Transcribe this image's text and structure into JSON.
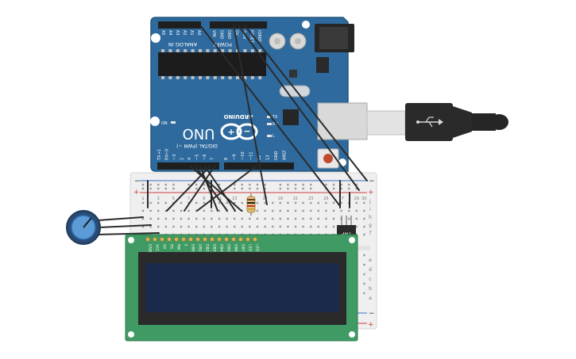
{
  "arduino": {
    "logo_text": "ARDUINO",
    "model": "UNO",
    "header_analog": "ANALOG IN",
    "header_power": "POWER",
    "header_digital": "DIGITAL (PWM ~)",
    "analog_pins": [
      "A5",
      "A4",
      "A3",
      "A2",
      "A1",
      "A0"
    ],
    "power_pins": [
      "VIN",
      "GND",
      "GND",
      "5V",
      "3.3V",
      "RESET",
      "IOREF"
    ],
    "digital_pins_low": [
      "TX→1",
      "RX←0",
      "~3",
      "2",
      "4",
      "~5",
      "~6",
      "7"
    ],
    "digital_pins_high": [
      "8",
      "~9",
      "~10",
      "~11",
      "12",
      "13",
      "GND",
      "AREF"
    ],
    "led_labels": [
      "ON",
      "TX",
      "RX",
      "L"
    ]
  },
  "breadboard": {
    "rail_plus": "+",
    "rail_minus": "−",
    "row_letters": [
      "a",
      "b",
      "c",
      "d",
      "e",
      "f",
      "g",
      "h",
      "i",
      "j"
    ],
    "column_numbers": [
      "1",
      "3",
      "5",
      "7",
      "9",
      "11",
      "13",
      "15",
      "17",
      "19",
      "21",
      "23",
      "25",
      "27",
      "29",
      "30"
    ]
  },
  "temp_sensor": {
    "label": "TMP"
  },
  "lcd": {
    "pin_labels": [
      "GND",
      "VCC",
      "V0",
      "RS",
      "RW",
      "E",
      "DB0",
      "DB1",
      "DB2",
      "DB3",
      "DB4",
      "DB5",
      "DB6",
      "DB7",
      "LED",
      "LED"
    ]
  },
  "colors": {
    "arduino_board": "#2e6a9e",
    "breadboard": "#f0f0f0",
    "lcd_pcb": "#3f9b63",
    "lcd_screen": "#1b2a4a",
    "wire": "#2b2b2b",
    "usb_cable": "#2a2a2a",
    "potentiometer": "#2f6fb0"
  }
}
